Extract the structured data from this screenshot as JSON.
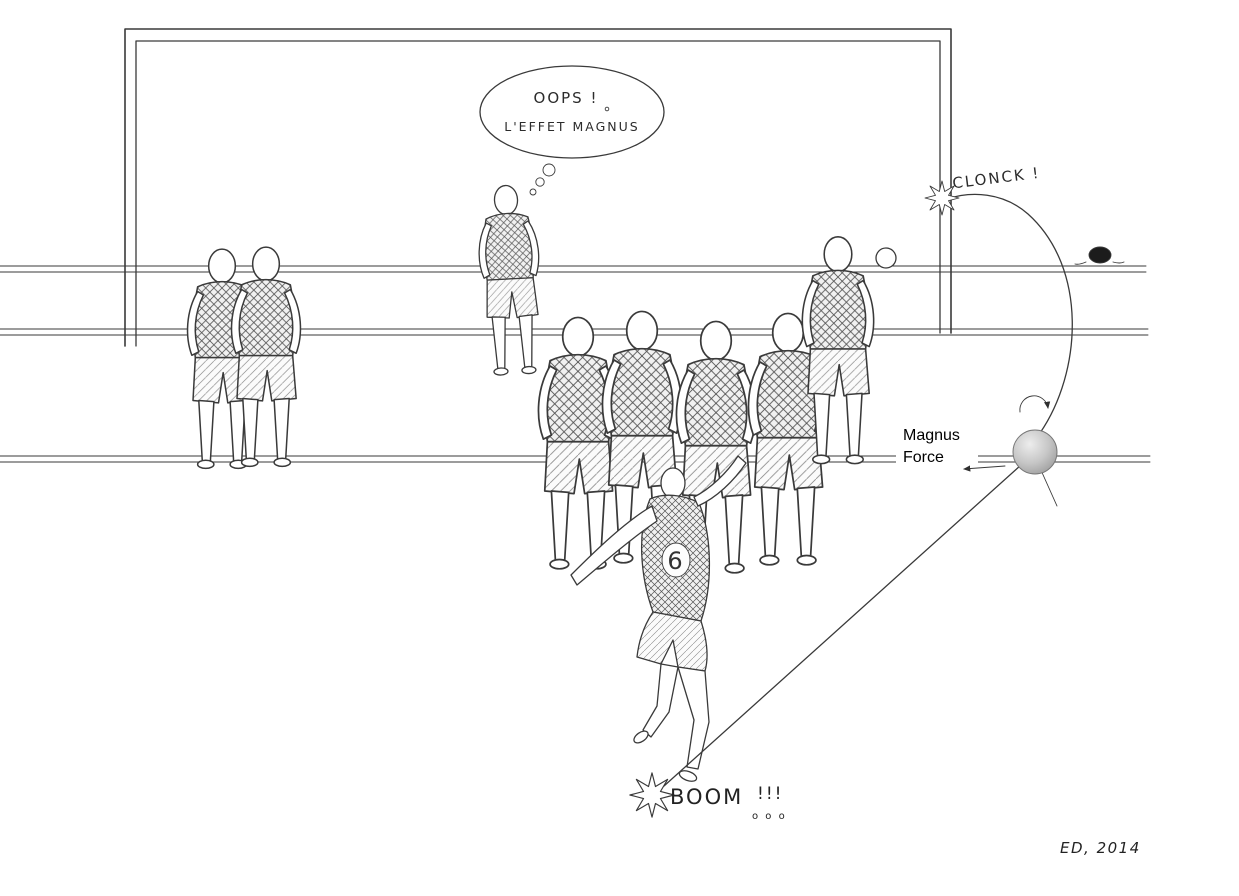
{
  "title": "L'effet Magnus - free kick cartoon sketch",
  "colors": {
    "ink": "#3a3a3a",
    "paper": "#ffffff",
    "ball": "#b5b5b5"
  },
  "bubble": {
    "line1": "OOPS !",
    "line2": "L'EFFET MAGNUS"
  },
  "effects": {
    "clonck": "CLONCK !",
    "boom": "BOOM",
    "boom_marks": "!!!",
    "boom_dots": "o o o"
  },
  "magnus_label": {
    "line1": "Magnus",
    "line2": "Force"
  },
  "kicker": {
    "jersey_number": "6"
  },
  "signature": "ED, 2014"
}
